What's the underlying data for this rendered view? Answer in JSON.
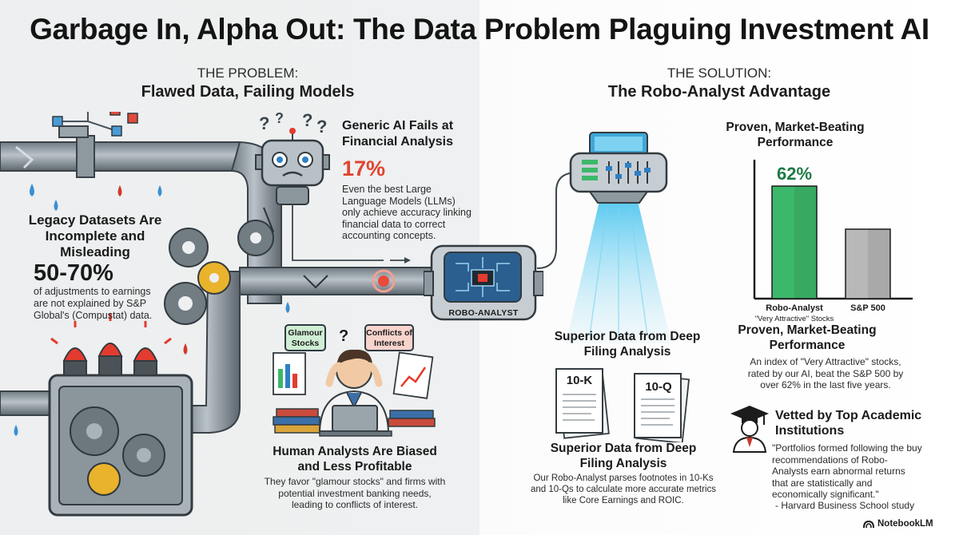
{
  "title": "Garbage In, Alpha Out: The Data Problem Plaguing Investment AI",
  "problem": {
    "kicker": "THE PROBLEM:",
    "title": "Flawed Data, Failing Models",
    "legacy": {
      "heading": "Legacy Datasets Are Incomplete and Misleading",
      "stat": "50-70%",
      "text": "of adjustments to earnings are not explained by S&P Global's (Compustat) data."
    },
    "generic_ai": {
      "heading": "Generic AI Fails at Financial Analysis",
      "stat": "17%",
      "text": "Even the best Large Language Models (LLMs) only achieve accuracy linking financial data to correct accounting concepts."
    },
    "human": {
      "bubble_left": "Glamour Stocks",
      "bubble_right": "Conflicts of Interest",
      "question": "?",
      "heading": "Human Analysts Are Biased and Less Profitable",
      "text": "They favor \"glamour stocks\" and firms with potential investment banking needs, leading to conflicts of interest."
    }
  },
  "solution": {
    "kicker": "THE SOLUTION:",
    "title": "The Robo-Analyst Advantage",
    "robo_label": "ROBO-ANALYST",
    "filing": {
      "heading_top": "Superior Data from Deep Filing Analysis",
      "doc_left": "10-K",
      "doc_right": "10-Q",
      "heading": "Superior Data from Deep Filing Analysis",
      "text": "Our Robo-Analyst parses footnotes in 10-Ks and 10-Qs to calculate more accurate metrics like Core Earnings and ROIC."
    },
    "performance": {
      "heading_top": "Proven, Market-Beating Performance",
      "value_label": "62%",
      "heading": "Proven, Market-Beating Performance",
      "text": "An index of \"Very Attractive\" stocks, rated by our AI, beat the S&P 500 by over 62% in the last five years."
    },
    "academic": {
      "heading": "Vetted by Top Academic Institutions",
      "quote": "\"Portfolios formed following the buy recommendations of Robo-Analysts earn abnormal returns that are statistically and economically significant.\"",
      "source": "- Harvard Business School study"
    }
  },
  "chart_data": {
    "type": "bar",
    "categories": [
      "Robo-Analyst",
      "S&P 500"
    ],
    "category_sublabels": [
      "\"Very Attractive\" Stocks",
      ""
    ],
    "values": [
      162,
      100
    ],
    "data_labels": [
      "62%",
      ""
    ],
    "colors": [
      "#3cb86a",
      "#b8b8b8"
    ],
    "ylim": [
      0,
      200
    ],
    "title": "Proven, Market-Beating Performance",
    "xlabel": "",
    "ylabel": ""
  },
  "branding": {
    "logo": "NotebookLM"
  }
}
